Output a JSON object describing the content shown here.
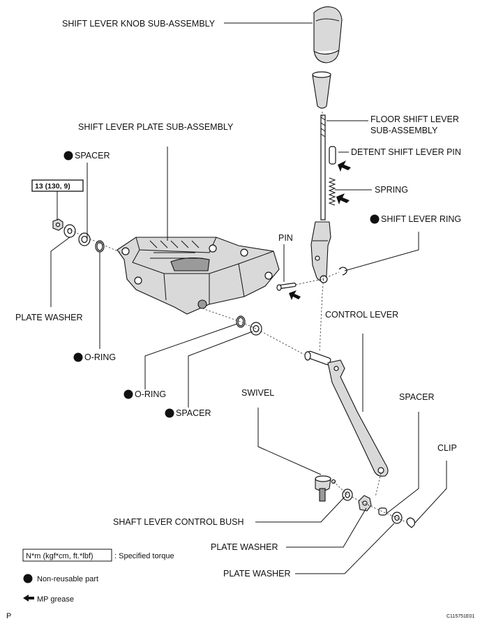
{
  "labels": {
    "knob": "SHIFT LEVER KNOB SUB-ASSEMBLY",
    "plate": "SHIFT LEVER PLATE SUB-ASSEMBLY",
    "floor_lever_1": "FLOOR SHIFT LEVER",
    "floor_lever_2": "SUB-ASSEMBLY",
    "detent_pin": "DETENT SHIFT LEVER PIN",
    "spring": "SPRING",
    "lever_ring": "SHIFT LEVER RING",
    "pin": "PIN",
    "control_lever": "CONTROL LEVER",
    "spacer_top": "SPACER",
    "plate_washer_left": "PLATE WASHER",
    "oring_1": "O-RING",
    "oring_2": "O-RING",
    "spacer_mid": "SPACER",
    "swivel": "SWIVEL",
    "spacer_right": "SPACER",
    "clip": "CLIP",
    "control_bush": "SHAFT LEVER CONTROL BUSH",
    "plate_washer_1": "PLATE WASHER",
    "plate_washer_2": "PLATE WASHER"
  },
  "torque_box": "13 (130, 9)",
  "legend": {
    "torque_unit": "N*m (kgf*cm, ft.*lbf)",
    "torque_desc": ": Specified torque",
    "nonreusable": "Non-reusable part",
    "grease": "MP grease"
  },
  "footer": {
    "left_code": "P",
    "figure_id": "C115751E01"
  },
  "colors": {
    "ink": "#111111",
    "part_shade": "#d9d9d9",
    "dark_shade": "#9a9a9a"
  }
}
